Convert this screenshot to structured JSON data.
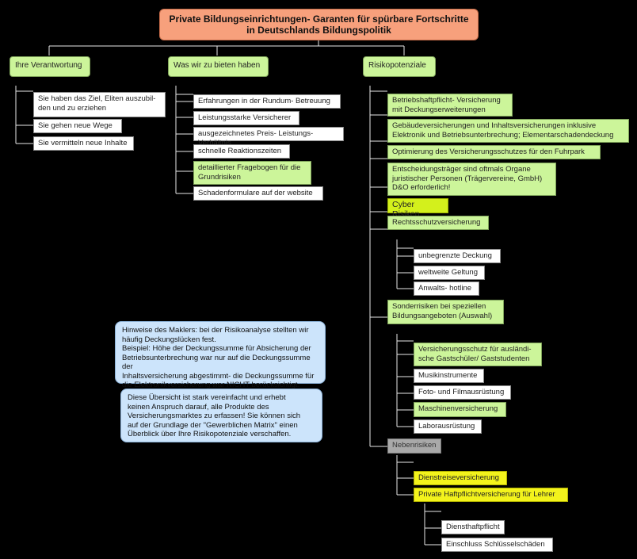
{
  "title": "Private Bildungseinrichtungen- Garanten für spürbare Fortschritte\nin Deutschlands Bildungspolitik",
  "categories": [
    {
      "label": "Ihre Verantwortung",
      "items": [
        "Sie haben das Ziel, Eliten auszubil-\nden und zu erziehen",
        "Sie gehen neue Wege",
        "Sie vermitteln neue Inhalte"
      ]
    },
    {
      "label": "Was wir zu bieten haben",
      "items": [
        "Erfahrungen in der Rundum- Betreuung",
        "Leistungsstarke Versicherer",
        "ausgezeichnetes Preis- Leistungs- Verhältnis",
        "schnelle Reaktionszeiten",
        "detaillierter Fragebogen für die\nGrundrisiken",
        "Schadenformulare auf der website"
      ]
    },
    {
      "label": "Risikopotenziale",
      "items": [
        "Betriebshaftpflicht- Versicherung\nmit Deckungserweiterungen",
        "Gebäudeversicherungen und Inhaltsversicherungen inklusive\nElektronik und Betriebsunterbrechung; Elementarschadendeckung",
        "Optimierung des Versicherungsschutzes für den Fuhrpark",
        "Entscheidungsträger sind oftmals Organe\njuristischer Personen (Trägervereine, GmbH)\nD&O erforderlich!",
        "Cyber Risiken",
        "Rechtsschutzversicherung",
        "Sonderrisiken bei speziellen\nBildungsangeboten (Auswahl)",
        "Nebenrisiken"
      ],
      "rechtsschutz_sub": [
        "unbegrenzte Deckung",
        "weltweite Geltung",
        "Anwalts- hotline"
      ],
      "sonder_sub": [
        "Versicherungsschutz für ausländi-\nsche Gastschüler/ Gaststudenten",
        "Musikinstrumente",
        "Foto- und Filmausrüstung",
        "Maschinenversicherung",
        "Laborausrüstung"
      ],
      "neben_sub": [
        "Dienstreiseversicherung",
        "Private Haftpflichtversicherung für Lehrer"
      ],
      "haftpflicht_sub": [
        "Diensthaftpflicht",
        "Einschluss Schlüsselschäden"
      ]
    }
  ],
  "notes": [
    "Hinweise des Maklers: bei der Risikoanalyse stellten wir\nhäufig Deckungslücken fest.\nBeispiel: Höhe der Deckungssumme für Absicherung der\nBetriebsunterbrechung war nur auf die Deckungssumme der\nInhaltsversicherung abgestimmt- die Deckungssumme für\ndie Elektronikversicherung war NICHT berücksichtigt.",
    "Diese Übersicht ist stark vereinfacht und erhebt\nkeinen Anspruch darauf, alle Produkte des\nVersicherungsmarktes zu erfassen! Sie können sich\nauf der Grundlage der \"Gewerblichen Matrix\" einen\nÜberblick über Ihre Risikopotenziale verschaffen."
  ]
}
